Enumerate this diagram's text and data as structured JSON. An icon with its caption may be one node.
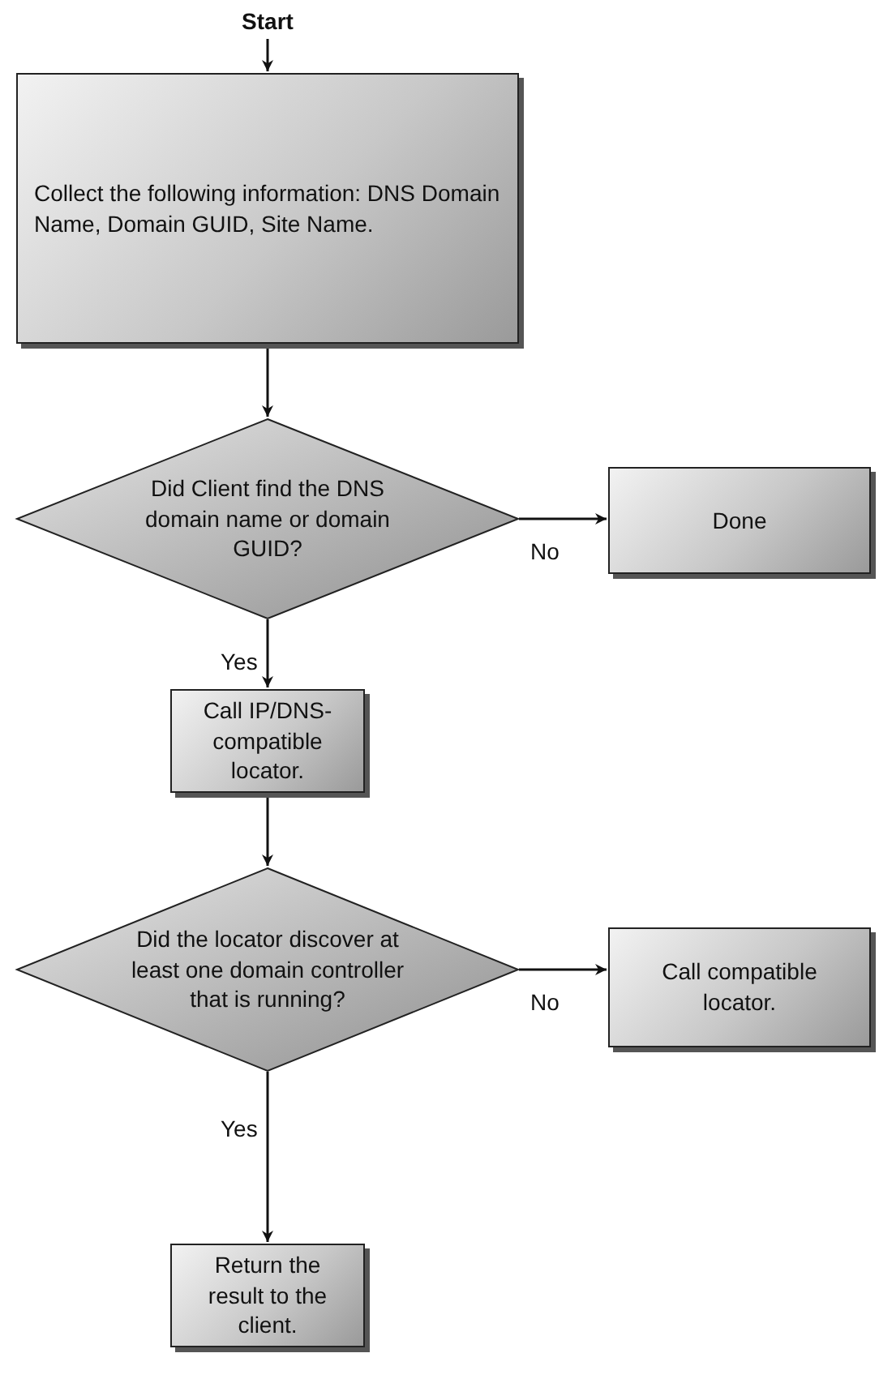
{
  "diagram": {
    "nodes": [
      {
        "text": [
          "Start"
        ]
      },
      {
        "text": [
          "Collect the following information: DNS Domain Name, Domain GUID, Site Name."
        ]
      },
      {
        "text": [
          "Did Client find the DNS domain name or domain GUID?"
        ]
      },
      {
        "text": [
          "Done"
        ]
      },
      {
        "text": [
          "Call IP/DNS-compatible locator."
        ]
      },
      {
        "text": [
          "Did the locator discover at least one domain controller that is running?"
        ]
      },
      {
        "text": [
          "Call compatible locator."
        ]
      },
      {
        "text": [
          "Return the result to the client."
        ]
      }
    ],
    "edges": [
      {
        "from": 0,
        "to": 1,
        "arrow": "to"
      },
      {
        "from": 1,
        "to": 2,
        "arrow": "to"
      },
      {
        "from": 2,
        "to": 3,
        "arrow": "to",
        "label": "No"
      },
      {
        "from": 2,
        "to": 4,
        "arrow": "to",
        "label": "Yes"
      },
      {
        "from": 4,
        "to": 5,
        "arrow": "to"
      },
      {
        "from": 5,
        "to": 6,
        "arrow": "to",
        "label": "No"
      },
      {
        "from": 5,
        "to": 7,
        "arrow": "to",
        "label": "Yes"
      }
    ]
  }
}
